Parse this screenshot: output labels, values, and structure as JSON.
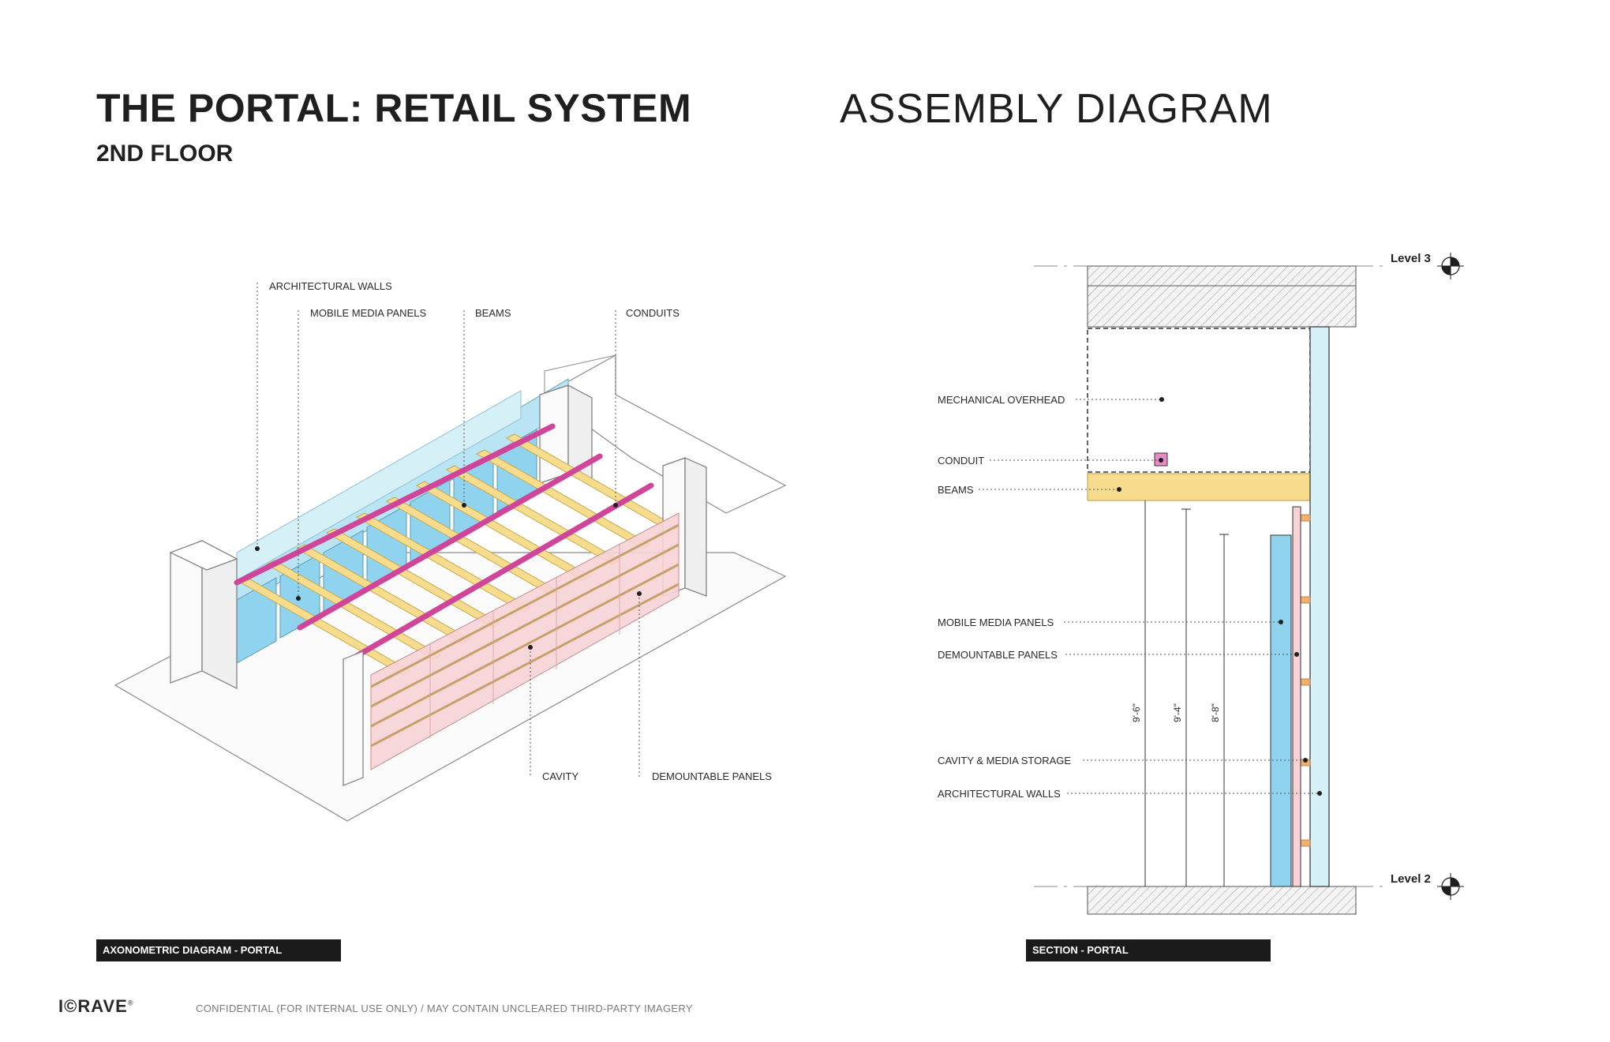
{
  "header": {
    "title": "THE PORTAL: RETAIL SYSTEM",
    "subtitle": "2ND FLOOR",
    "right_heading": "ASSEMBLY DIAGRAM"
  },
  "axonometric": {
    "labels": {
      "architectural_walls": "ARCHITECTURAL WALLS",
      "mobile_media_panels": "MOBILE MEDIA PANELS",
      "beams": "BEAMS",
      "conduits": "CONDUITS",
      "cavity": "CAVITY",
      "demountable_panels": "DEMOUNTABLE PANELS"
    },
    "caption": "AXONOMETRIC DIAGRAM - PORTAL"
  },
  "section": {
    "labels": {
      "mechanical_overhead": "MECHANICAL OVERHEAD",
      "conduit": "CONDUIT",
      "beams": "BEAMS",
      "mobile_media_panels": "MOBILE MEDIA PANELS",
      "demountable_panels": "DEMOUNTABLE PANELS",
      "cavity_media_storage": "CAVITY & MEDIA STORAGE",
      "architectural_walls": "ARCHITECTURAL WALLS"
    },
    "levels": {
      "top": "Level 3",
      "bottom": "Level 2"
    },
    "dimensions": [
      "9'-6\"",
      "9'-4\"",
      "8'-8\""
    ],
    "caption": "SECTION - PORTAL"
  },
  "colors": {
    "wall_blue": "#8fd3ee",
    "wall_blue_light": "#d6f0f8",
    "beam_yellow": "#f6dc8c",
    "conduit_magenta": "#d0459a",
    "panel_pink": "#f7d3d6",
    "storage_orange": "#f2b06d"
  },
  "footer": {
    "logo": "I©RAVE",
    "notice": "CONFIDENTIAL (FOR INTERNAL USE ONLY) / MAY CONTAIN UNCLEARED THIRD-PARTY IMAGERY"
  }
}
